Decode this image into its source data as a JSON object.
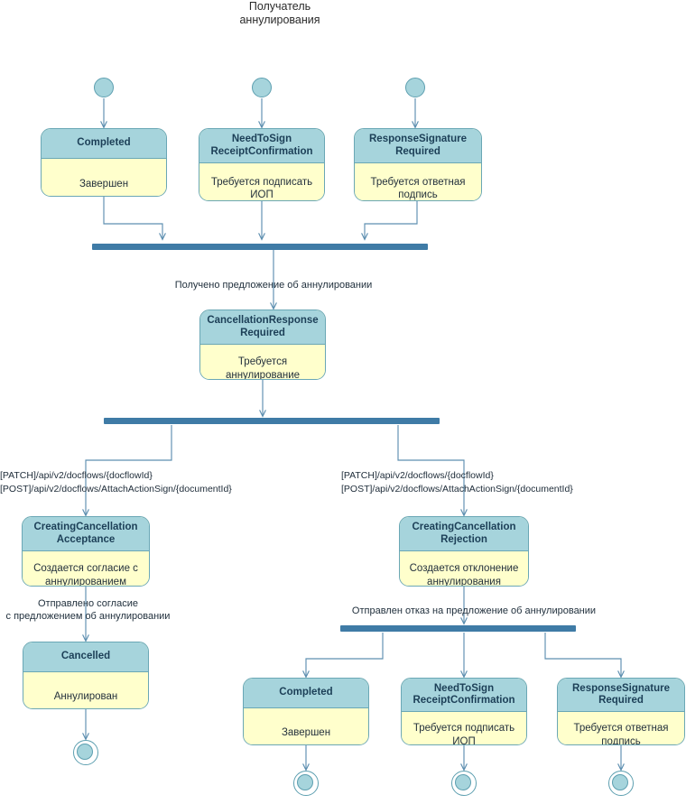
{
  "diagram": {
    "title": "Получатель\nаннулирования",
    "colors": {
      "header_fill": "#a6d4dc",
      "body_fill": "#ffffcc",
      "node_border": "#6aa7b5",
      "bar_fill": "#3f7ba6",
      "connector": "#5d8fb0",
      "text": "#1c3f57",
      "background": "#ffffff"
    }
  },
  "start_nodes": [
    {
      "name": "initial-node-completed"
    },
    {
      "name": "initial-node-needtosign"
    },
    {
      "name": "initial-node-responsesignature"
    }
  ],
  "states": {
    "top_completed": {
      "title": "Completed",
      "desc": "Завершен"
    },
    "top_need_to_sign": {
      "title": "NeedToSign\nReceiptConfirmation",
      "desc": "Требуется подписать\nИОП"
    },
    "top_response_signature": {
      "title": "ResponseSignature\nRequired",
      "desc": "Требуется ответная\nподпись"
    },
    "cancellation_response": {
      "title": "CancellationResponse\nRequired",
      "desc": "Требуется\nаннулирование"
    },
    "creating_acceptance": {
      "title": "CreatingCancellation\nAcceptance",
      "desc": "Создается согласие с\nаннулированием"
    },
    "creating_rejection": {
      "title": "CreatingCancellation\nRejection",
      "desc": "Создается отклонение\nаннулирования"
    },
    "cancelled": {
      "title": "Cancelled",
      "desc": "Аннулирован"
    },
    "bottom_completed": {
      "title": "Completed",
      "desc": "Завершен"
    },
    "bottom_need_to_sign": {
      "title": "NeedToSign\nReceiptConfirmation",
      "desc": "Требуется подписать\nИОП"
    },
    "bottom_response_signature": {
      "title": "ResponseSignature\nRequired",
      "desc": "Требуется ответная\nподпись"
    }
  },
  "edge_labels": {
    "offer_received": "Получено предложение об аннулировании",
    "api_left": "[PATCH]/api/v2/docflows/{docflowId}\n[POST]/api/v2/docflows/AttachActionSign/{documentId}",
    "api_right": "[PATCH]/api/v2/docflows/{docflowId}\n[POST]/api/v2/docflows/AttachActionSign/{documentId}",
    "acceptance_sent": "Отправлено согласие\nс предложением об аннулировании",
    "rejection_sent": "Отправлен отказ на предложение об аннулировании"
  },
  "bars": [
    {
      "name": "join-bar-top"
    },
    {
      "name": "fork-bar-middle"
    },
    {
      "name": "fork-bar-bottom"
    }
  ],
  "final_nodes": [
    {
      "name": "final-node-cancelled"
    },
    {
      "name": "final-node-bottom-completed"
    },
    {
      "name": "final-node-bottom-needtosign"
    },
    {
      "name": "final-node-bottom-responsesignature"
    }
  ]
}
